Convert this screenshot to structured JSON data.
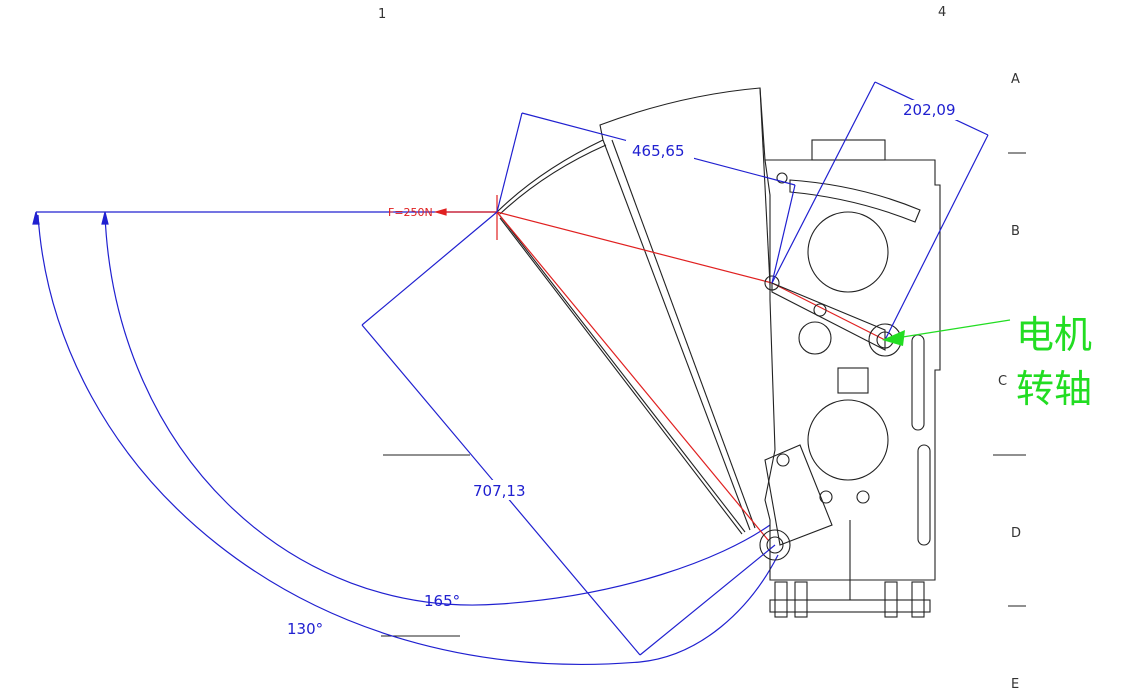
{
  "grid": {
    "columns": [
      "1",
      "4"
    ],
    "rows": [
      "A",
      "B",
      "C",
      "D",
      "E"
    ]
  },
  "dimensions": {
    "door_length": "465,65",
    "arm_length": "202,09",
    "radius": "707,13",
    "angle_inner": "165°",
    "angle_outer": "130°"
  },
  "force_label": "F=250N",
  "callout": {
    "line1": "电机",
    "line2": "转轴",
    "color": "#22dd22"
  },
  "colors": {
    "dimension": "#2020d0",
    "force": "#e02020",
    "outline": "#222222"
  }
}
